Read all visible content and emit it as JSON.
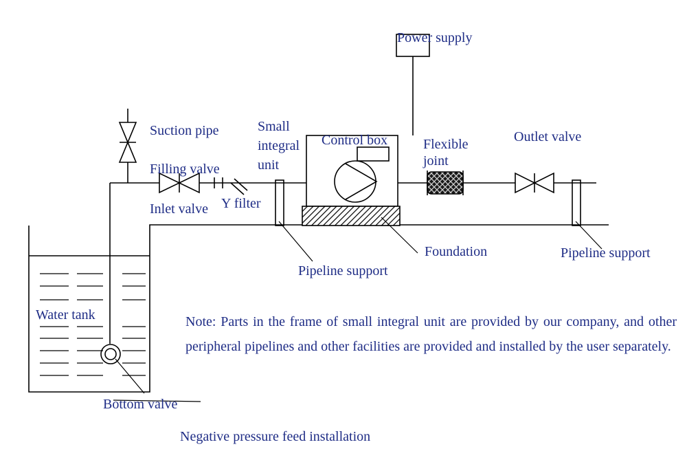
{
  "labels": {
    "power_supply": "Power supply",
    "suction_pipe": "Suction pipe",
    "small": "Small",
    "integral": "integral",
    "unit": "unit",
    "control_box": "Control box",
    "flexible": "Flexible",
    "joint": "joint",
    "outlet_valve": "Outlet valve",
    "filling_valve": "Filling valve",
    "inlet_valve": "Inlet valve",
    "y_filter": "Y filter",
    "foundation": "Foundation",
    "pipeline_support_left": "Pipeline support",
    "pipeline_support_right": "Pipeline support",
    "water_tank": "Water tank",
    "bottom_valve": "Bottom valve"
  },
  "note": "Note: Parts in the frame of small integral unit are provided by our company, and other peripheral pipelines and other facilities are provided and installed by the user separately.",
  "caption": "Negative pressure feed installation",
  "colors": {
    "text": "#1f2d86",
    "lines": "#000000"
  }
}
